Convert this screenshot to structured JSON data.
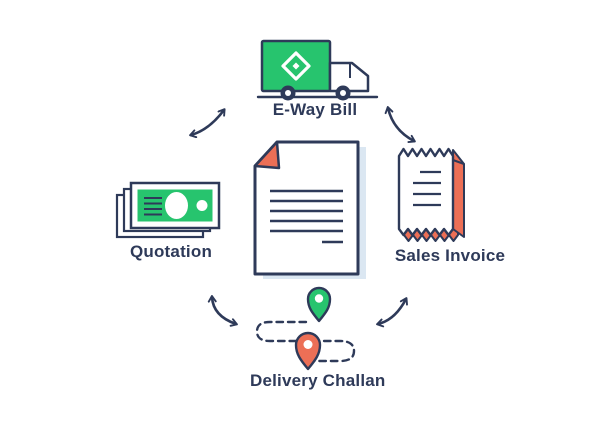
{
  "diagram": {
    "type": "cycle-flow-illustration",
    "background": "#ffffff",
    "nodes": [
      {
        "id": "eway-bill",
        "label": "E-Way Bill",
        "icon": "delivery-truck-icon",
        "position": "top"
      },
      {
        "id": "quotation",
        "label": "Quotation",
        "icon": "banknotes-icon",
        "position": "left"
      },
      {
        "id": "sales-invoice",
        "label": "Sales Invoice",
        "icon": "receipt-icon",
        "position": "right"
      },
      {
        "id": "delivery-challan",
        "label": "Delivery Challan",
        "icon": "route-map-pins-icon",
        "position": "bottom"
      },
      {
        "id": "document",
        "label": "",
        "icon": "document-page-icon",
        "position": "center"
      }
    ],
    "connectors": [
      {
        "between": [
          "quotation",
          "eway-bill"
        ],
        "style": "curved-double-headed-arrow"
      },
      {
        "between": [
          "eway-bill",
          "sales-invoice"
        ],
        "style": "curved-double-headed-arrow"
      },
      {
        "between": [
          "quotation",
          "delivery-challan"
        ],
        "style": "curved-double-headed-arrow"
      },
      {
        "between": [
          "sales-invoice",
          "delivery-challan"
        ],
        "style": "curved-double-headed-arrow"
      }
    ],
    "colors": {
      "green": "#27c46e",
      "coral": "#ec6f56",
      "navy_outline": "#2e3a59",
      "label_text": "#2e3a59",
      "shadow_blue": "#dbe7f2"
    }
  }
}
